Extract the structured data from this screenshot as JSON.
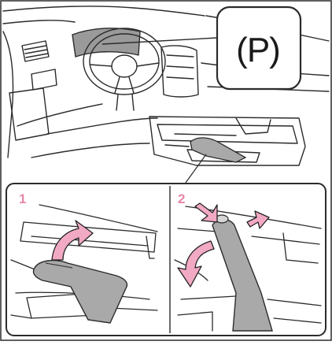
{
  "callout": {
    "symbol": "(P)",
    "icon": "parking-brake-indicator-icon"
  },
  "steps": [
    {
      "number": "1",
      "action": "pull-lever-up-arrow"
    },
    {
      "number": "2",
      "action": "press-button-and-lower-lever-arrow"
    }
  ],
  "colors": {
    "lever": "#a9a9a9",
    "arrow": "#f2a9c4",
    "arrow_outline": "#222222",
    "step_number": "#e887a8",
    "line": "#2b2b2b"
  }
}
